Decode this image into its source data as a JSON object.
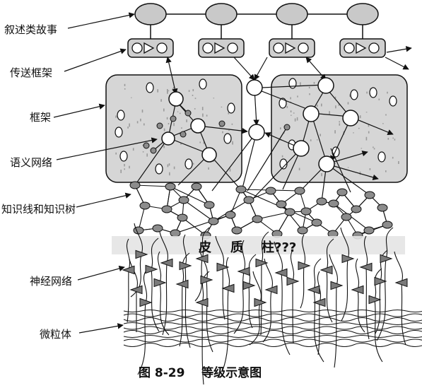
{
  "labels": {
    "narrative_story": "叙述类故事",
    "transmission_frame": "传送框架",
    "frame": "框架",
    "semantic_network": "语义网络",
    "k_lines_and_trees": "知识线和知识树",
    "neural_network": "神经网络",
    "microparticles": "微粒体"
  },
  "cortex_label": {
    "pi": "皮",
    "zhi": "质",
    "zhu": "柱???"
  },
  "caption": "图 8-29    等级示意图",
  "colors": {
    "frame_fill": "#d6d6d6",
    "story_fill": "#c9c9c9",
    "node_fill": "#ffffff",
    "small_node_fill": "#8c8c8c",
    "neuron_fill": "#7a7a7a",
    "line": "#111111"
  }
}
